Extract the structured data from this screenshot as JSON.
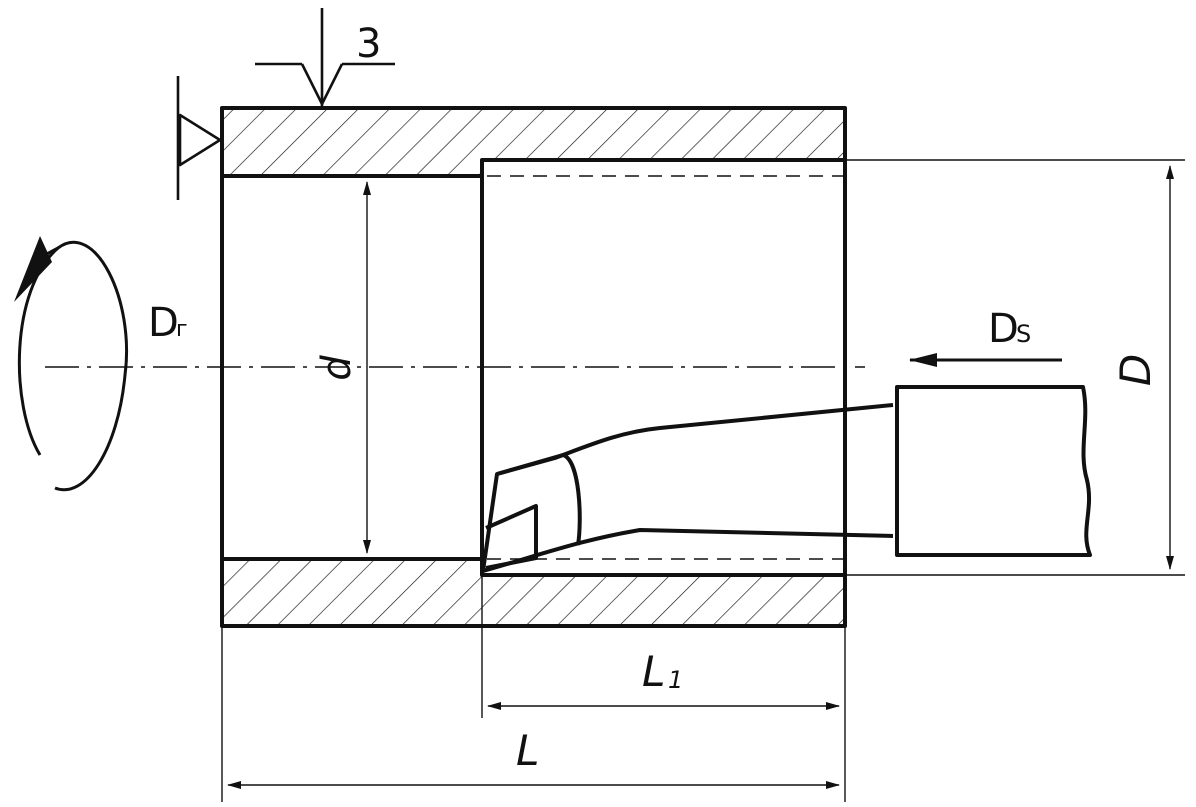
{
  "labels": {
    "clamp_number": "3",
    "rotation_motion": "D",
    "rotation_motion_sub": "г",
    "feed_motion": "D",
    "feed_motion_sub": "S",
    "inner_diameter": "d",
    "outer_diameter": "D",
    "bore_length": "L",
    "bore_length_sub": "1",
    "total_length": "L"
  }
}
